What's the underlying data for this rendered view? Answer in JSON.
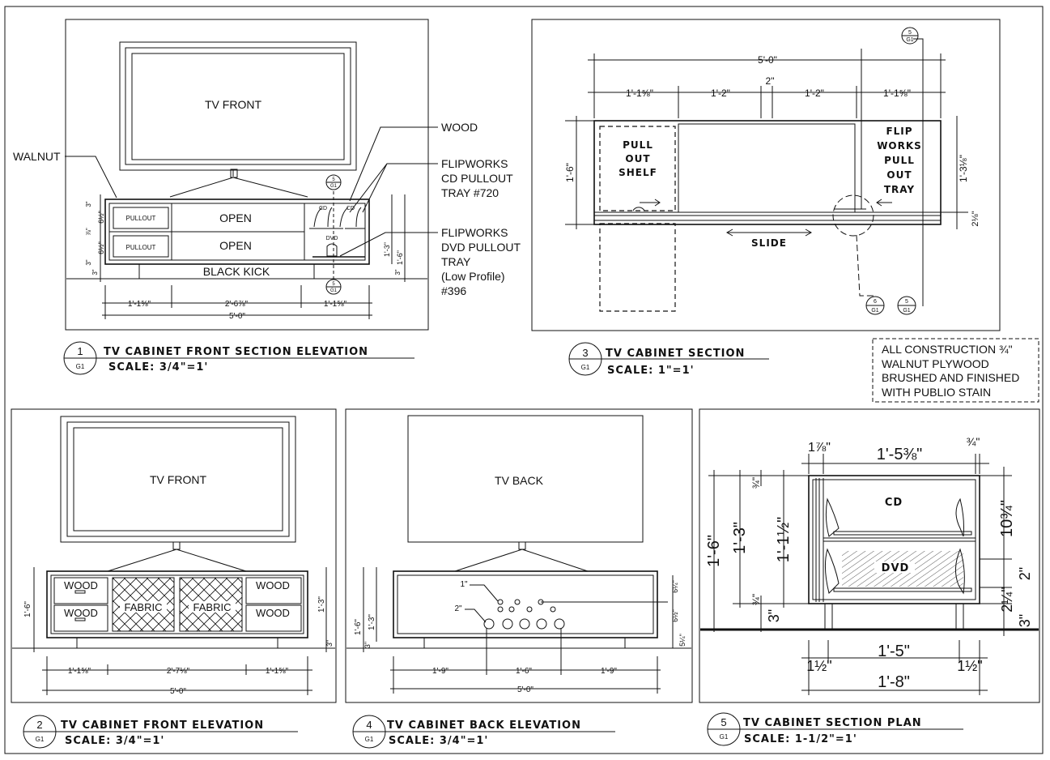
{
  "view1": {
    "tv_label": "TV FRONT",
    "open1": "OPEN",
    "open2": "OPEN",
    "pullout1": "PULLOUT",
    "pullout2": "PULLOUT",
    "black_kick": "BLACK KICK",
    "cd_small": "CD",
    "dvd_small": "DVD",
    "walnut": "WALNUT",
    "wood": "WOOD",
    "cd_tray_1": "FLIPWORKS",
    "cd_tray_2": "CD PULLOUT",
    "cd_tray_3": "TRAY #720",
    "dvd_tray_1": "FLIPWORKS",
    "dvd_tray_2": "DVD PULLOUT",
    "dvd_tray_3": "TRAY",
    "dvd_tray_4": "(Low Profile)",
    "dvd_tray_5": "#396",
    "dims": {
      "overall": "5'-0\"",
      "left": "1'-1⅝\"",
      "mid": "2'-6⅞\"",
      "right": "1'-1⅝\"",
      "h1": "1'-3\"",
      "h2": "1'-6\"",
      "kick": "3\"",
      "r1": "6½\"",
      "r2": "6½\"",
      "top": "3\"",
      "mid_rail": "⅞\"",
      "bottom": "3\""
    },
    "callout_num": "5",
    "callout_sheet": "G1",
    "title_num": "1",
    "title_sheet": "G1",
    "title": "TV CABINET FRONT SECTION ELEVATION",
    "scale": "SCALE: 3/4\"=1'"
  },
  "view3": {
    "pull_out": [
      "PULL",
      "OUT",
      "SHELF"
    ],
    "flip_works": [
      "FLIP",
      "WORKS",
      "PULL",
      "OUT",
      "TRAY"
    ],
    "slide": "SLIDE",
    "dims": {
      "overall": "5'-0\"",
      "d1": "1'-1⅝\"",
      "d2": "1'-2\"",
      "d3": "2\"",
      "d4": "1'-2\"",
      "d5": "1'-1⅝\"",
      "h": "1'-6\"",
      "h2": "1'-3⅛\"",
      "h3": "2⅛\""
    },
    "callout_top_num": "5",
    "callout_top_sheet": "G1",
    "callout_a_num": "6",
    "callout_a_sheet": "G1",
    "callout_b_num": "5",
    "callout_b_sheet": "G1",
    "title_num": "3",
    "title_sheet": "G1",
    "title": "TV CABINET SECTION",
    "scale": "SCALE: 1\"=1'"
  },
  "note": {
    "line1": "ALL CONSTRUCTION ¾\"",
    "line2": "WALNUT PLYWOOD",
    "line3": "BRUSHED AND FINISHED",
    "line4": "WITH PUBLIO STAIN"
  },
  "view2": {
    "tv_label": "TV FRONT",
    "wood": "WOOD",
    "fabric": "FABRIC",
    "dims": {
      "overall": "5'-0\"",
      "left": "1'-1⅝\"",
      "mid": "2'-7⅛\"",
      "right": "1'-1⅝\"",
      "h": "1'-6\"",
      "h2": "1'-3\"",
      "kick": "3\""
    },
    "title_num": "2",
    "title_sheet": "G1",
    "title": "TV CABINET FRONT ELEVATION",
    "scale": "SCALE: 3/4\"=1'"
  },
  "view4": {
    "tv_label": "TV BACK",
    "hole_small": "1\"",
    "hole_large": "2\"",
    "dims": {
      "overall": "5'-0\"",
      "left": "1'-9\"",
      "mid": "1'-6\"",
      "right": "1'-9\"",
      "h": "1'-6\"",
      "h2": "1'-3\"",
      "kick": "3\"",
      "r1": "6¼\"",
      "r2": "6½\"",
      "r3": "5¼\""
    },
    "title_num": "4",
    "title_sheet": "G1",
    "title": "TV CABINET BACK ELEVATION",
    "scale": "SCALE: 3/4\"=1'"
  },
  "view5": {
    "cd": "CD",
    "dvd": "DVD",
    "dims": {
      "top_left": "1⅞\"",
      "top_mid": "1'-5⅜\"",
      "top_right": "¾\"",
      "h": "1'-6\"",
      "h2": "1'-3\"",
      "h3": "1'-1½\"",
      "panel": "¾\"",
      "panel2": "¾\"",
      "kick": "3\"",
      "upper": "10¾\"",
      "lower1": "2¼\"",
      "lower2": "2\"",
      "kick_r": "3\"",
      "bot_mid": "1'-5\"",
      "bot_left": "1½\"",
      "bot_right": "1½\"",
      "bot_overall": "1'-8\""
    },
    "title_num": "5",
    "title_sheet": "G1",
    "title": "TV CABINET SECTION PLAN",
    "scale": "SCALE: 1-1/2\"=1'"
  }
}
